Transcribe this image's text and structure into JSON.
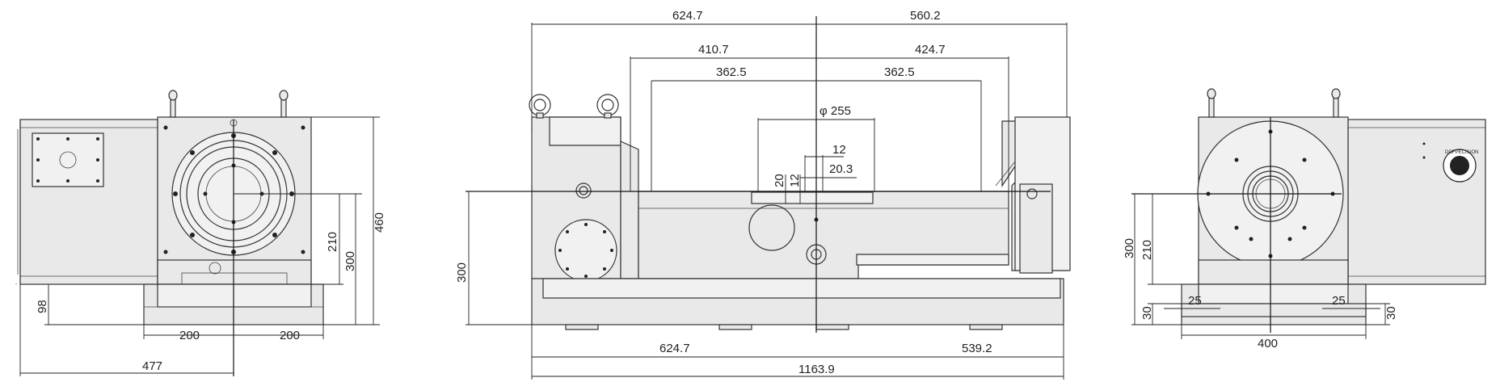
{
  "dimensions": {
    "left_view": {
      "d_460": "460",
      "d_300": "300",
      "d_210": "210",
      "d_98": "98",
      "d_200_left": "200",
      "d_200_right": "200",
      "d_477": "477"
    },
    "front_view": {
      "top_left": "624.7",
      "top_right": "560.2",
      "second_left": "410.7",
      "second_right": "424.7",
      "third_left": "362.5",
      "third_right": "362.5",
      "phi_255": "φ 255",
      "d_12_top": "12",
      "d_20_3": "20.3",
      "d_20": "20",
      "d_12_vert": "12",
      "d_300": "300",
      "bottom_left": "624.7",
      "bottom_right": "539.2",
      "overall": "1163.9"
    },
    "right_view": {
      "d_300": "300",
      "d_210": "210",
      "d_30_left": "30",
      "d_30_right": "30",
      "d_25_left": "25",
      "d_25_right": "25",
      "d_400": "400"
    }
  },
  "logo": {
    "text": "DGFPECISION"
  }
}
